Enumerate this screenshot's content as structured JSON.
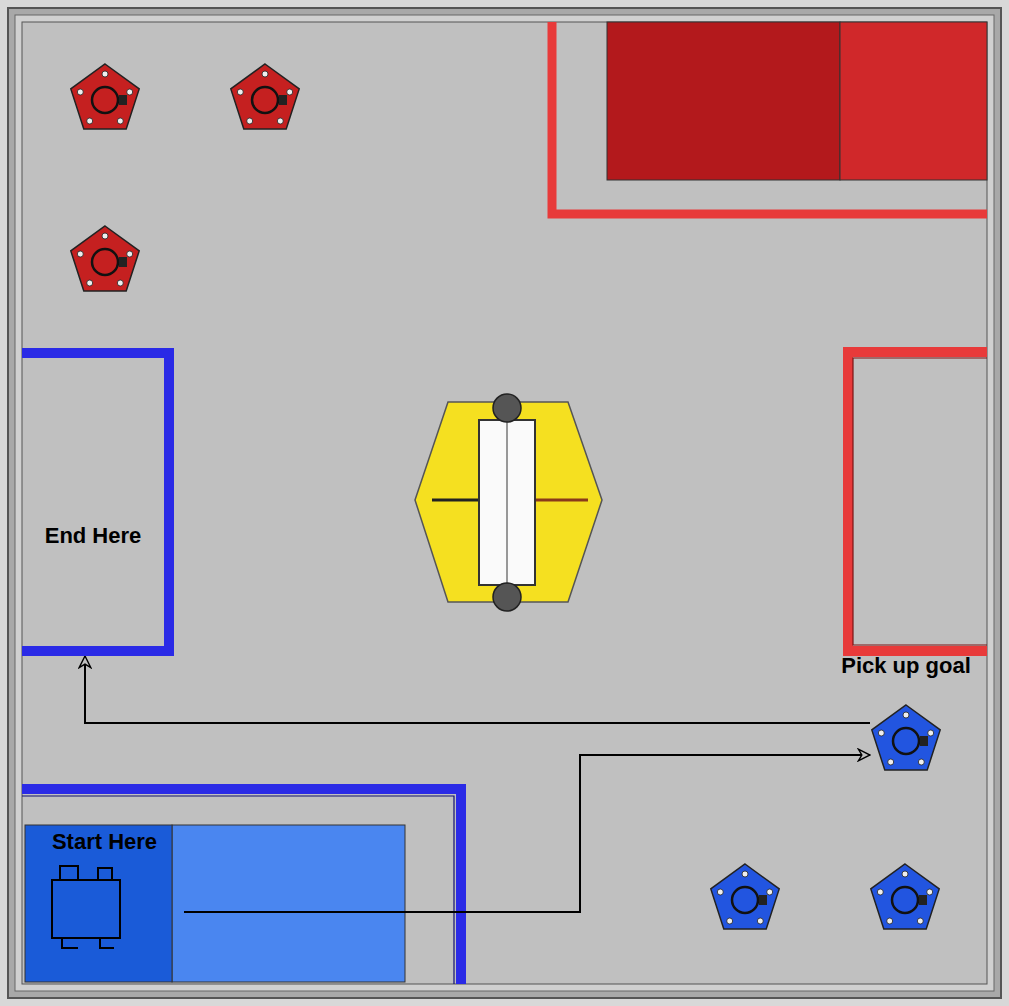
{
  "diagram": {
    "nodes": [
      {
        "text": [
          "End Here"
        ]
      },
      {
        "text": [
          "Pick up goal"
        ]
      },
      {
        "text": [
          "Start Here"
        ]
      }
    ],
    "edges": [
      {
        "from": 2,
        "to": 1,
        "arrow": "to"
      },
      {
        "from": 1,
        "to": 0,
        "arrow": "to"
      }
    ]
  }
}
